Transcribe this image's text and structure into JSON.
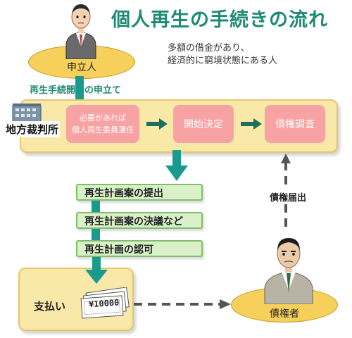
{
  "title": "個人再生の手続きの流れ",
  "description": {
    "line1": "多額の借金があり、",
    "line2": "経済的に窮境状態にある人"
  },
  "applicant_label": "申立人",
  "application_label": "再生手続開始の申立て",
  "court_label": "地方裁判所",
  "court_steps": {
    "step1_line1": "必要があれば",
    "step1_line2": "個人再生委員選任",
    "step2": "開始決定",
    "step3": "債権調査"
  },
  "plan_steps": [
    "再生計画案の提出",
    "再生計画案の決議など",
    "再生計画の認可"
  ],
  "payment_label": "支払い",
  "money_label": "¥10000",
  "claim_label": "債権届出",
  "creditor_label": "債権者",
  "colors": {
    "title_green": "#1e8a73",
    "arrow_teal": "#1a9a8f",
    "court_band": "#f9e9a8",
    "pink_box": "#f7a3a3",
    "step_green": "#d9f0c9",
    "ellipse_yellow": "#f6d05a"
  }
}
